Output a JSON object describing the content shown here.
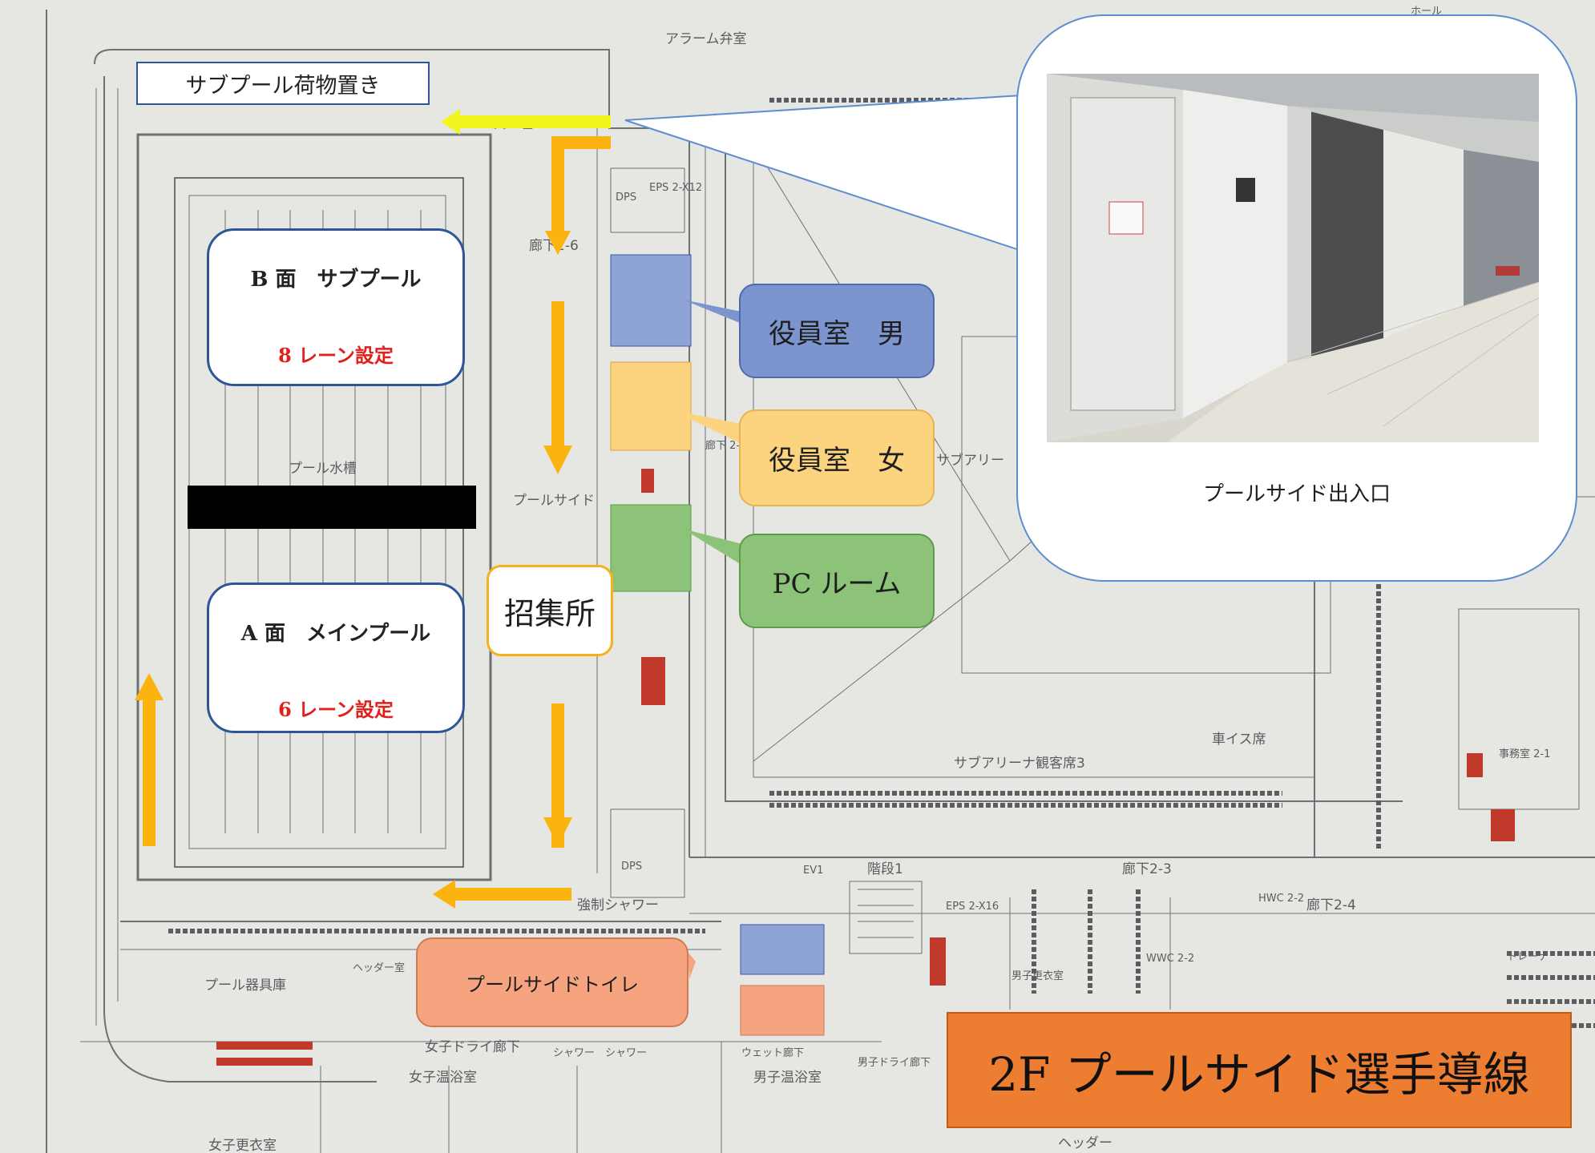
{
  "title": "2F プールサイド選手導線",
  "labels": {
    "sub_pool_storage": "サブプール荷物置き",
    "pool_b": "B 面　サブプール",
    "pool_b_lanes": "8 レーン設定",
    "pool_a": "A 面　メインプール",
    "pool_a_lanes": "6 レーン設定",
    "call_area": "招集所",
    "officials_men": "役員室　男",
    "officials_women": "役員室　女",
    "pc_room": "PC ルーム",
    "poolside_toilet": "プールサイドトイレ",
    "entrance_caption": "プールサイド出入口"
  },
  "plan_text": {
    "alarm_valve_room": "アラーム弁室",
    "header_room": "ヘッダー室",
    "hall": "ホール",
    "corridor_2_6": "廊下2-6",
    "dps": "DPS",
    "eps_2_x12": "EPS 2-X12",
    "corridor_2_1": "廊下 2-1",
    "pool_tank": "プール水槽",
    "poolside": "プールサイド",
    "sub_arena": "サブアリー",
    "sub_arena_seats_3": "サブアリーナ観客席3",
    "wheelchair_seat": "車イス席",
    "stairs_1": "階段1",
    "ev1": "EV1",
    "corridor_2_3": "廊下2-3",
    "corridor_2_4": "廊下2-4",
    "forced_shower": "強制シャワー",
    "eps_2_x16": "EPS 2-X16",
    "hwc_2_2": "HWC 2-2",
    "office_2_1": "事務室 2-1",
    "pool_equipment_store": "プール器具庫",
    "header_room_2": "ヘッダー室",
    "womens_dry_corridor": "女子ドライ廊下",
    "shower": "シャワー　シャワー",
    "wet_corridor": "ウェット廊下",
    "womens_bath": "女子温浴室",
    "mens_bath": "男子温浴室",
    "mens_changing": "男子更衣室",
    "womens_changing": "女子更衣室",
    "mens_dry_corridor": "男子ドライ廊下",
    "wwc_2_2": "WWC 2-2",
    "header": "ヘッダー",
    "trainer": "トレーナ"
  },
  "colors": {
    "blue_fill": "#8ea3d6",
    "blue_callout": "#7d95cf",
    "orange_fill": "#fcd37e",
    "green_fill": "#8cc379",
    "salmon_fill": "#f5a47f",
    "yellow_arrow": "#f2f51e",
    "orange_arrow": "#fbb310",
    "title_bg": "#ed7d31",
    "lane_red": "#e0201c"
  },
  "icons": [
    "arrow-left-icon",
    "arrow-down-icon",
    "arrow-up-icon"
  ]
}
